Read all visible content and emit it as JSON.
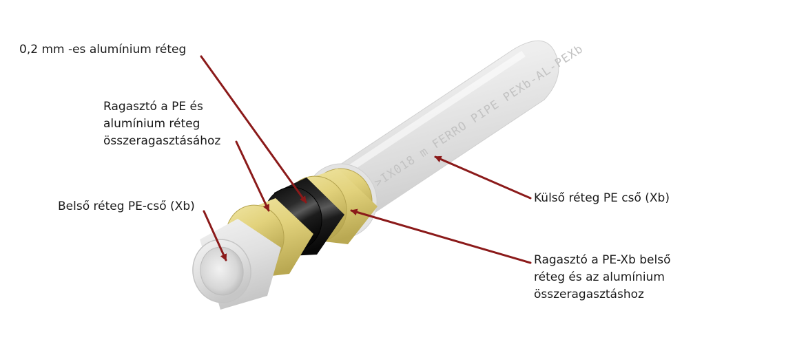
{
  "labels": {
    "aluminium_layer": "0,2 mm -es alumínium réteg",
    "adhesive_pe_al": [
      "Ragasztó a PE és",
      "alumínium réteg",
      "összeragasztásához"
    ],
    "inner_layer": "Belső réteg PE-cső (Xb)",
    "outer_layer": "Külső réteg PE cső (Xb)",
    "adhesive_pexb_al": [
      "Ragasztó a PE-Xb belső",
      "réteg és az alumínium",
      "összeragasztáshoz"
    ]
  },
  "pipe_print": ">IX018 m FERRO PIPE PEXb-AL-PEXb",
  "colors": {
    "arrow": "#8b1a1a",
    "outer_pe": "#e6e6e6",
    "adhesive": "#d9c86a",
    "aluminium": "#1e1e1e",
    "inner_pe": "#dcdcdc",
    "text": "#1a1a1a"
  }
}
